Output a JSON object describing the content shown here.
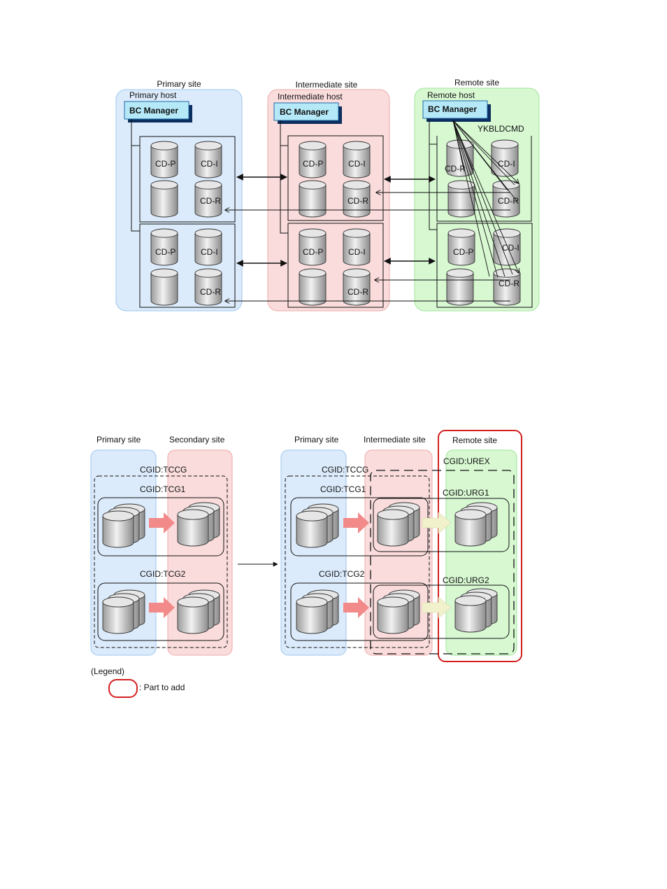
{
  "figure1": {
    "sites": [
      {
        "title": "Primary site",
        "host": "Primary host",
        "manager": "BC Manager"
      },
      {
        "title": "Intermediate site",
        "host": "Intermediate host",
        "manager": "BC Manager"
      },
      {
        "title": "Remote site",
        "host": "Remote host",
        "manager": "BC Manager"
      }
    ],
    "command_label": "YKBLDCMD",
    "volumes": {
      "p": "CD-P",
      "i": "CD-I",
      "r": "CD-R"
    }
  },
  "figure2": {
    "before": {
      "primary_title": "Primary site",
      "secondary_title": "Secondary site",
      "cgid_outer": "CGID:TCCG",
      "cgid_group1": "CGID:TCG1",
      "cgid_group2": "CGID:TCG2"
    },
    "after": {
      "primary_title": "Primary site",
      "intermediate_title": "Intermediate site",
      "remote_title": "Remote site",
      "cgid_outer": "CGID:TCCG",
      "cgid_group1": "CGID:TCG1",
      "cgid_group2": "CGID:TCG2",
      "cgid_remote_outer": "CGID:UREX",
      "cgid_remote1": "CGID:URG1",
      "cgid_remote2": "CGID:URG2"
    },
    "legend": {
      "title": "(Legend)",
      "item": ": Part to add"
    }
  },
  "colors": {
    "primary_bg": "#dcebfb",
    "intermediate_bg": "#fadcdc",
    "remote_bg": "#d8f8d2",
    "bc_manager_bg": "#b5e9f8",
    "add_outline": "#d42020",
    "tc_arrow": "#f28a8a",
    "ur_arrow": "#f1f2cc"
  }
}
